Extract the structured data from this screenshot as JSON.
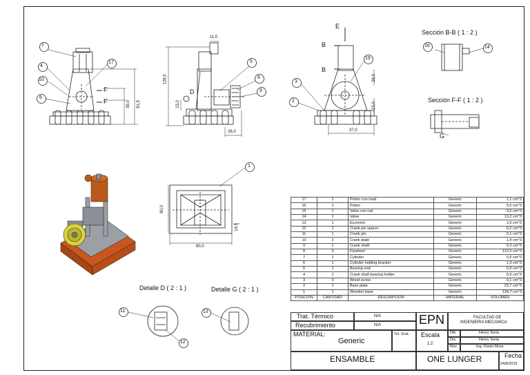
{
  "views": {
    "section_bb": "Sección B-B ( 1 : 2 )",
    "section_ff": "Sección F-F ( 1 : 2 )",
    "detail_d": "Detalle D ( 2 : 1 )",
    "detail_g": "Detalle G ( 2 : 1 )"
  },
  "balloons": {
    "b1": "1",
    "b2": "2",
    "b3": "3",
    "b4": "4",
    "b5": "5",
    "b6": "6",
    "b7": "7",
    "b8": "8",
    "b9": "9",
    "b10": "10",
    "b11": "11",
    "b12": "12",
    "b13": "13",
    "b14": "14",
    "b16": "16",
    "b17": "17",
    "b19": "19"
  },
  "letters": {
    "E": "E",
    "B1": "B",
    "B2": "B",
    "F1": "F",
    "F2": "F",
    "D": "D",
    "G": "G"
  },
  "dims": {
    "d11": "11,0",
    "d128": "128,5",
    "d15": "15,0",
    "d26": "26,0",
    "d39": "39,0",
    "d815": "81,5",
    "d29": "29,0",
    "d23": "23,0",
    "d37": "37,0",
    "d80": "80,0",
    "d90": "90,0",
    "d145": "14,5"
  },
  "bom": {
    "header": {
      "pos": "POSICIÓN",
      "qty": "CANTIDAD",
      "desc": "DESCRIPCIÓN",
      "mat": "MATERIAL",
      "vol": "VOLUMEN"
    },
    "rows": [
      {
        "pos": "17",
        "qty": "1",
        "desc": "Piston con road",
        "mat": "Generic",
        "vol": "1,1 cm^3"
      },
      {
        "pos": "16",
        "qty": "1",
        "desc": "Piston",
        "mat": "Generic",
        "vol": "0,5 cm^3"
      },
      {
        "pos": "15",
        "qty": "1",
        "desc": "Valve con rod",
        "mat": "Generic",
        "vol": "0,6 cm^3"
      },
      {
        "pos": "14",
        "qty": "1",
        "desc": "Valve",
        "mat": "Generic",
        "vol": "13,2 cm^3"
      },
      {
        "pos": "13",
        "qty": "1",
        "desc": "Eccentric",
        "mat": "Generic",
        "vol": "1,6 cm^3"
      },
      {
        "pos": "12",
        "qty": "1",
        "desc": "Crank pin spacer",
        "mat": "Generic",
        "vol": "0,2 cm^3"
      },
      {
        "pos": "11",
        "qty": "1",
        "desc": "Crank pin",
        "mat": "Generic",
        "vol": "0,1 cm^3"
      },
      {
        "pos": "10",
        "qty": "2",
        "desc": "Crank plate",
        "mat": "Generic",
        "vol": "1,4 cm^3"
      },
      {
        "pos": "9",
        "qty": "1",
        "desc": "Crank shaft",
        "mat": "Generic",
        "vol": "0,3 cm^3"
      },
      {
        "pos": "8",
        "qty": "3",
        "desc": "Flywheel",
        "mat": "Generic",
        "vol": "112,0 cm^3"
      },
      {
        "pos": "7",
        "qty": "1",
        "desc": "Cylinder",
        "mat": "Generic",
        "vol": "0,5 cm^3"
      },
      {
        "pos": "6",
        "qty": "1",
        "desc": "Cylinder holding bracket",
        "mat": "Generic",
        "vol": "1,3 cm^3"
      },
      {
        "pos": "5",
        "qty": "1",
        "desc": "Bearing end",
        "mat": "Generic",
        "vol": "0,3 cm^3"
      },
      {
        "pos": "4",
        "qty": "1",
        "desc": "Crank shaft bearing holder",
        "mat": "Generic",
        "vol": "5,9 cm^3"
      },
      {
        "pos": "3",
        "qty": "3",
        "desc": "Wood screw",
        "mat": "Generic",
        "vol": "0,1 cm^3"
      },
      {
        "pos": "2",
        "qty": "1",
        "desc": "Base plate",
        "mat": "Generic",
        "vol": "23,7 cm^3"
      },
      {
        "pos": "1",
        "qty": "1",
        "desc": "Wooden base",
        "mat": "Generic",
        "vol": "134,7 cm^3"
      }
    ]
  },
  "title_block": {
    "trat_label": "Trat. Térmico",
    "trat_value": "N/A",
    "recub_label": "Recubrimiento",
    "recub_value": "N/A",
    "material_label": "MATERIAL:",
    "material_value": "Generic",
    "tol_label": "Tol. Gral.",
    "escala_label": "Escala",
    "escala_value": "1:2",
    "epn": "EPN",
    "faculty_line1": "FACULTAD DE",
    "faculty_line2": "INGENIERIA MECANICA",
    "dib_label": "Dib.",
    "dib_value": "Henry Soria",
    "dis_label": "Dis.",
    "dis_value": "Henry Soria",
    "rev_label": "Rev.",
    "rev_value": "Ing. Flavio Mora",
    "drawing_title": "ENSAMBLE",
    "project": "ONE LUNGER",
    "fecha_label": "Fecha",
    "fecha_value": "24/8/2019"
  }
}
